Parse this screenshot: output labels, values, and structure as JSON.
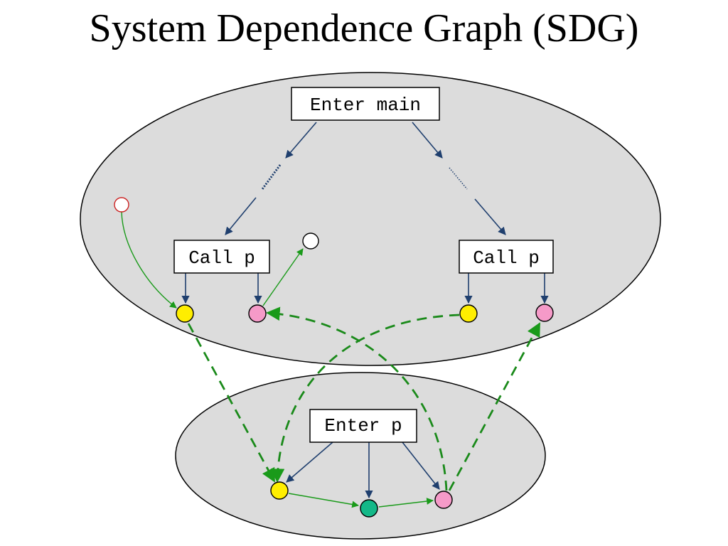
{
  "title": "System Dependence Graph (SDG)",
  "nodes": {
    "enter_main": "Enter main",
    "call_p_left": "Call p",
    "call_p_right": "Call p",
    "enter_p": "Enter p"
  },
  "colors": {
    "region_fill": "#dcdcdc",
    "control_edge": "#1f3f6e",
    "flow_edge": "#1a9a1a",
    "param_edge": "#1a8a1a",
    "actual_in": "#ffee00",
    "actual_out": "#f59ac8",
    "internal": "#14b888",
    "hollow_red": "#cc2222",
    "hollow_white": "#ffffff"
  }
}
